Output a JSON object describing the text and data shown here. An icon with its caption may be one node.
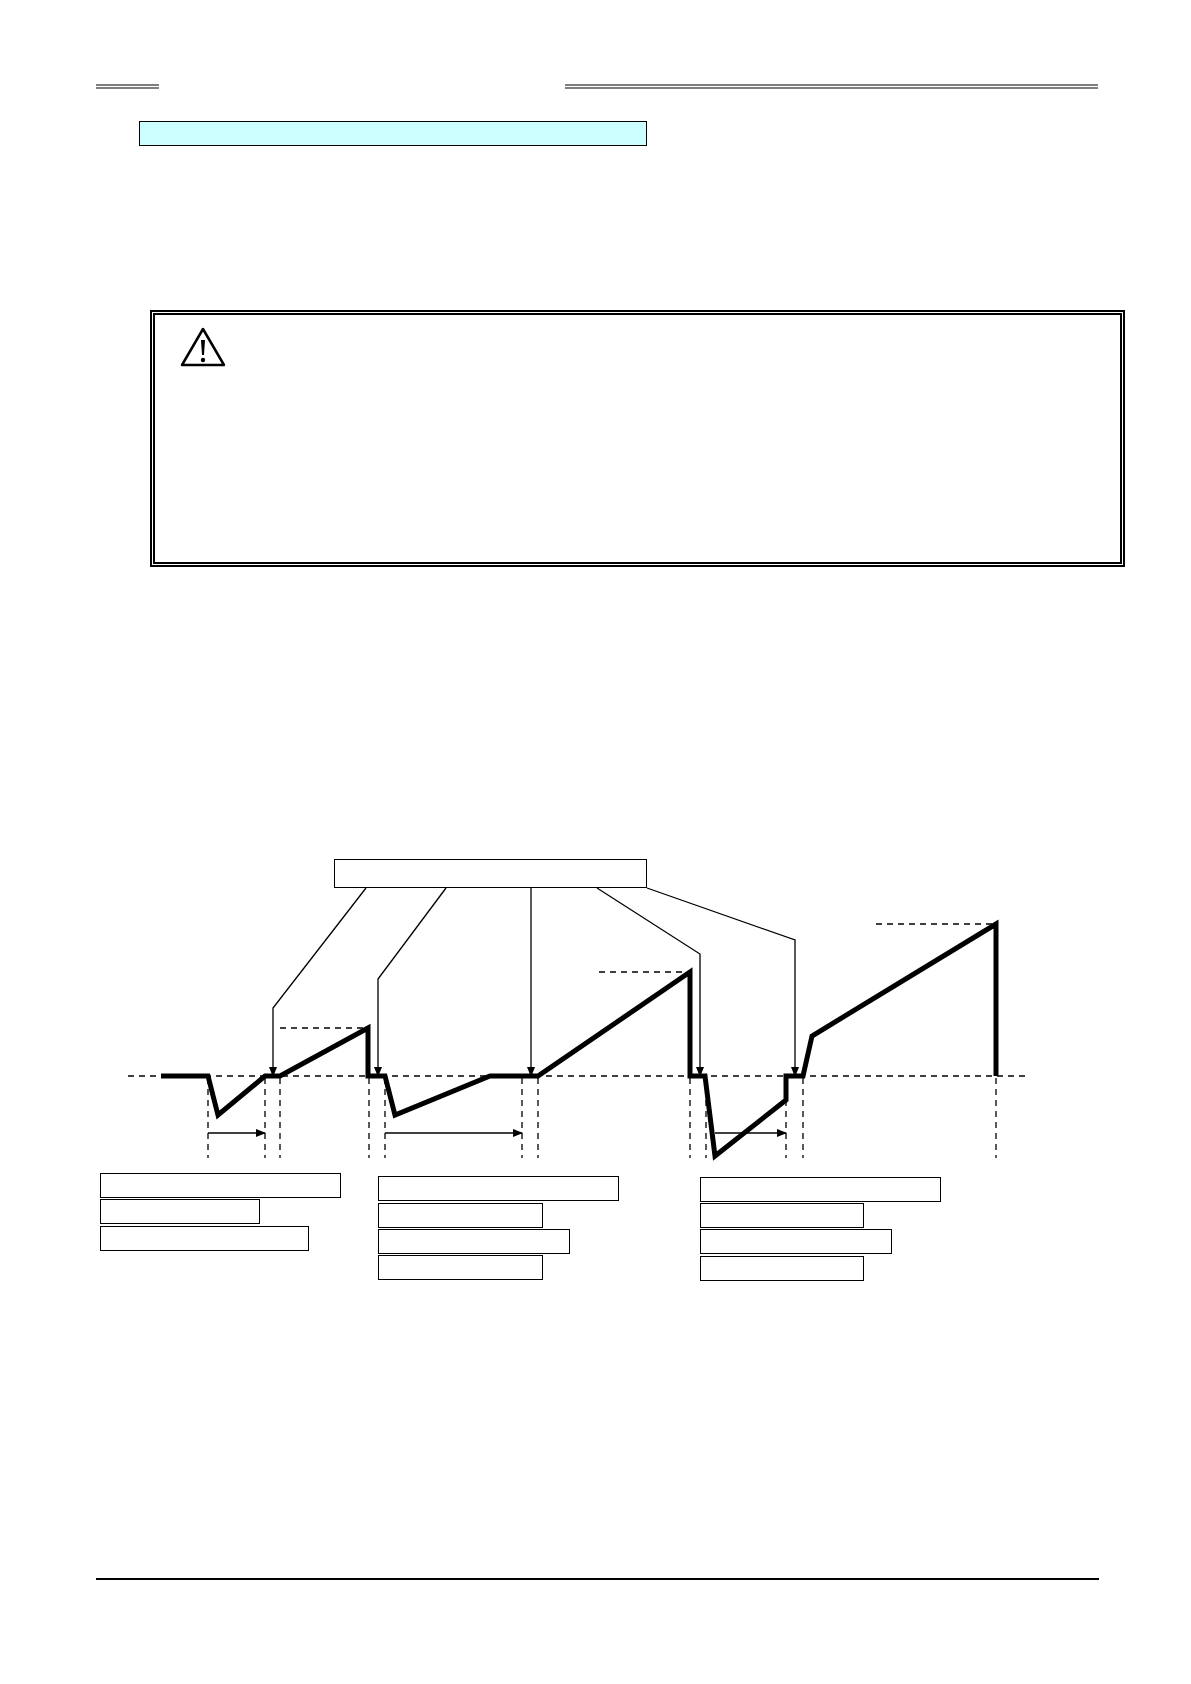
{
  "diagram": {
    "nodes": [
      {
        "text": [],
        "shape": "box"
      },
      {
        "text": [],
        "shape": "box"
      },
      {
        "text": [],
        "shape": "box"
      },
      {
        "text": [],
        "shape": "box"
      },
      {
        "text": [],
        "shape": "box"
      },
      {
        "text": [],
        "shape": "box"
      },
      {
        "text": [],
        "shape": "box"
      },
      {
        "text": [],
        "shape": "box"
      },
      {
        "text": [],
        "shape": "box"
      },
      {
        "text": [],
        "shape": "box"
      },
      {
        "text": [],
        "shape": "box"
      },
      {
        "text": [],
        "shape": "box"
      },
      {
        "text": [],
        "shape": "box"
      },
      {
        "text": [],
        "shape": "box"
      }
    ],
    "edges": [
      {
        "from": 2,
        "to": null,
        "arrow": "to"
      },
      {
        "from": 2,
        "to": null,
        "arrow": "to"
      },
      {
        "from": 2,
        "to": null,
        "arrow": "to"
      },
      {
        "from": 2,
        "to": null,
        "arrow": "to"
      },
      {
        "from": 2,
        "to": null,
        "arrow": "to"
      }
    ]
  }
}
